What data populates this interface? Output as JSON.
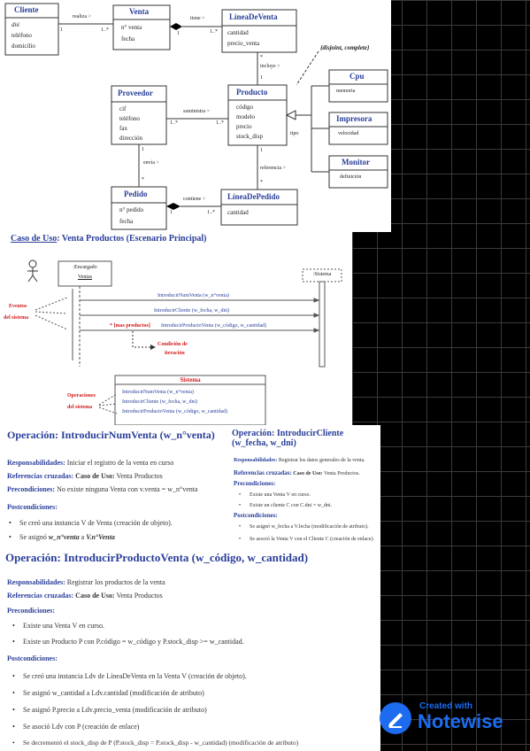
{
  "class_diagram": {
    "classes": {
      "cliente": {
        "name": "Cliente",
        "attrs": [
          "dni",
          "teléfono",
          "domicilio"
        ]
      },
      "venta": {
        "name": "Venta",
        "attrs": [
          "n° venta",
          "fecha"
        ]
      },
      "lineadeventa": {
        "name": "LíneaDeVenta",
        "attrs": [
          "cantidad",
          "precio_venta"
        ]
      },
      "proveedor": {
        "name": "Proveedor",
        "attrs": [
          "cif",
          "teléfono",
          "fax",
          "dirección"
        ]
      },
      "producto": {
        "name": "Producto",
        "attrs": [
          "código",
          "modelo",
          "precio",
          "stock_disp"
        ]
      },
      "cpu": {
        "name": "Cpu",
        "attrs": [
          "memoria"
        ]
      },
      "impresora": {
        "name": "Impresora",
        "attrs": [
          "velocidad"
        ]
      },
      "monitor": {
        "name": "Monitor",
        "attrs": [
          "definición"
        ]
      },
      "pedido": {
        "name": "Pedido",
        "attrs": [
          "n° pedido",
          "fecha"
        ]
      },
      "lineadepedido": {
        "name": "LíneaDePedido",
        "attrs": [
          "cantidad"
        ]
      }
    },
    "assoc": {
      "realiza": "realiza >",
      "tiene": "tiene >",
      "incluye": "incluye >",
      "suministra": "suministra >",
      "envia": "envía >",
      "referencia": "referencia >",
      "contiene": "contiene >",
      "tipo": "tipo",
      "constraint": "{disjoint, complete}",
      "m1": "1",
      "mn": "1..*",
      "mstar": "*"
    }
  },
  "use_case": {
    "title_prefix": "Caso de Uso",
    "title_rest": ": Venta Productos (Escenario Principal)",
    "actor_name": ":Encargado",
    "actor_name2": "Ventas",
    "system_lifeline": ":Sistema",
    "msg1": "IntroducirNumVenta (w_n°venta)",
    "msg2": "IntroducirCliente (w_fecha, w_dni)",
    "msg3_guard": "* [mas productos]",
    "msg3": "IntroducirProductoVenta (w_código, w_cantidad)",
    "eventos": "Eventos",
    "eventos2": "del sistema",
    "condicion": "Condición de",
    "condicion2": "iteración",
    "sistema_box": "Sistema",
    "op1": "IntroducirNumVenta (w_n°venta)",
    "op2": "IntroducirCliente (w_fecha, w_dni)",
    "op3": "IntroducirProductoVenta (w_código, w_cantidad)",
    "operaciones": "Operaciones",
    "operaciones2": "del sistema"
  },
  "op_num": {
    "title": "Operación: IntroducirNumVenta (w_n°venta)",
    "resp_label": "Responsabilidades:",
    "resp": "Iniciar el registro de la venta en curso",
    "ref_label": "Referencias cruzadas:",
    "ref_kw": "Caso de Uso:",
    "ref": "Venta Productos",
    "pre_label": "Precondiciones:",
    "pre": "No existe ninguna Venta con v.venta = w_n°venta",
    "post_label": "Postcondiciones:",
    "post1": "Se creó una instancia V de Venta (creación de objeto).",
    "post2_a": "Se asignó ",
    "post2_b": "w_n°venta",
    "post2_c": " a ",
    "post2_d": "V.n°Venta"
  },
  "op_cli": {
    "title": "Operación: IntroducirCliente (w_fecha, w_dni)",
    "resp_label": "Responsabilidades:",
    "resp": "Registrar los datos generales de la venta.",
    "ref_label": "Referencias cruzadas:",
    "ref_kw": "Caso de Uso:",
    "ref": "Venta Productos.",
    "pre_label": "Precondiciones:",
    "pre1": "Existe una Venta V en curso.",
    "pre2": "Existe un cliente C con C.dni = w_dni.",
    "post_label": "Postcondiciones:",
    "post1": "Se asignó w_fecha a V.fecha (modificación de atributo).",
    "post2": "Se asoció la Venta V con el Cliente C (creación de enlace)."
  },
  "op_prod": {
    "title": "Operación: IntroducirProductoVenta (w_código, w_cantidad)",
    "resp_label": "Responsabilidades:",
    "resp": "Registrar los productos de la venta",
    "ref_label": "Referencias cruzadas:",
    "ref_kw": "Caso de Uso:",
    "ref": "Venta Productos",
    "pre_label": "Precondiciones:",
    "pre1": "Existe una Venta V en curso.",
    "pre2": "Existe un Producto P con P.código = w_código y P.stock_disp >= w_cantidad.",
    "post_label": "Postcondiciones:",
    "post1": "Se creó una instancia Ldv de LíneaDeVenta en la Venta V (creación de objeto).",
    "post2": "Se asignó w_cantidad a Ldv.cantidad (modificación de atributo)",
    "post3": "Se asignó P.precio a Ldv.precio_venta (modificación de atributo)",
    "post4": "Se asoció Ldv con P (creación de enlace)",
    "post5": "Se decrementó el stock_disp de P (P.stock_disp = P.stock_disp - w_cantidad) (modificación de atributo)"
  },
  "watermark": {
    "line1": "Created with",
    "line2": "Notewise"
  }
}
